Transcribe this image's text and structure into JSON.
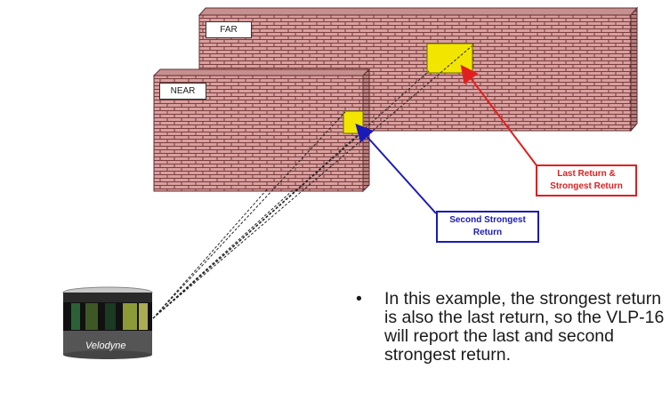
{
  "walls": {
    "far": {
      "label": "FAR"
    },
    "near": {
      "label": "NEAR"
    }
  },
  "callouts": {
    "last_strongest": {
      "text": "Last Return & Strongest Return",
      "color": "#e02020"
    },
    "second_strongest": {
      "text": "Second Strongest Return",
      "color": "#1a1ab8"
    }
  },
  "sensor": {
    "brand": "Velodyne"
  },
  "colors": {
    "brick": "#d9a0a0",
    "mortar": "#7a3c3c",
    "target": "#f2e600"
  },
  "bullet": {
    "symbol": "•",
    "text": "In this example, the strongest return is also the last return, so the VLP-16 will report the last and second strongest return."
  }
}
